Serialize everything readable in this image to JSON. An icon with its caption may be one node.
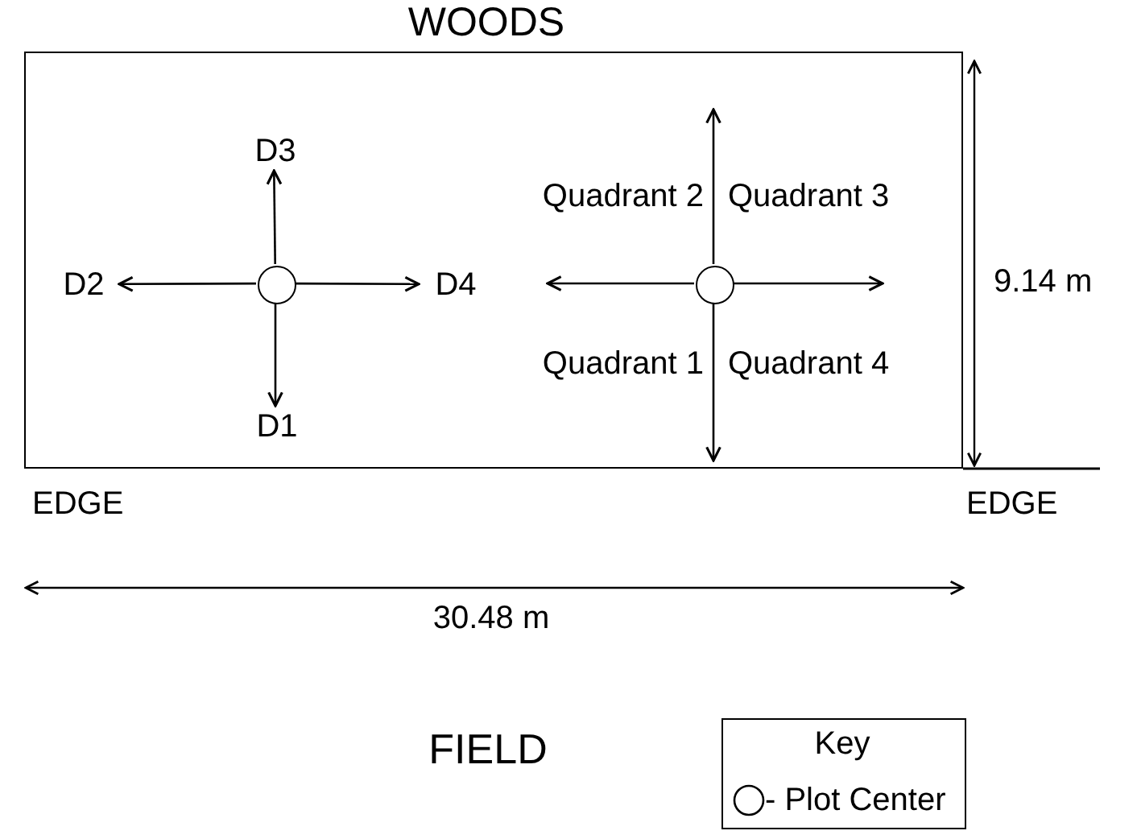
{
  "diagram": {
    "nodes": [
      {
        "text": [],
        "shape": "box"
      },
      {
        "text": [
          "D3"
        ],
        "in": 0
      },
      {
        "text": [
          "D2"
        ],
        "in": 0
      },
      {
        "text": [],
        "shape": "circle",
        "in": 0
      },
      {
        "text": [
          "D4"
        ],
        "in": 0
      },
      {
        "text": [],
        "shape": "circle",
        "in": 0
      },
      {
        "text": [
          "D1"
        ],
        "in": 0
      }
    ],
    "edges": [
      {
        "from": 3,
        "to": 1,
        "arrow": "to"
      },
      {
        "from": 3,
        "to": 2,
        "arrow": "to"
      },
      {
        "from": 3,
        "to": 4,
        "arrow": "to"
      },
      {
        "from": 3,
        "to": 6,
        "arrow": "to"
      },
      {
        "from": 5,
        "to": null,
        "arrow": "to"
      },
      {
        "from": 5,
        "to": null,
        "arrow": "to"
      },
      {
        "from": 5,
        "to": null,
        "arrow": "to"
      },
      {
        "from": 5,
        "to": null,
        "arrow": "to"
      }
    ],
    "labels": [
      "WOODS",
      "Quadrant 2",
      "Quadrant 3",
      "9.14 m",
      "Quadrant 1",
      "Quadrant 4",
      "EDGE",
      "EDGE",
      "30.48 m",
      "FIELD",
      "Key"
    ],
    "legend": [
      {
        "text": "- Plot Center"
      }
    ]
  }
}
